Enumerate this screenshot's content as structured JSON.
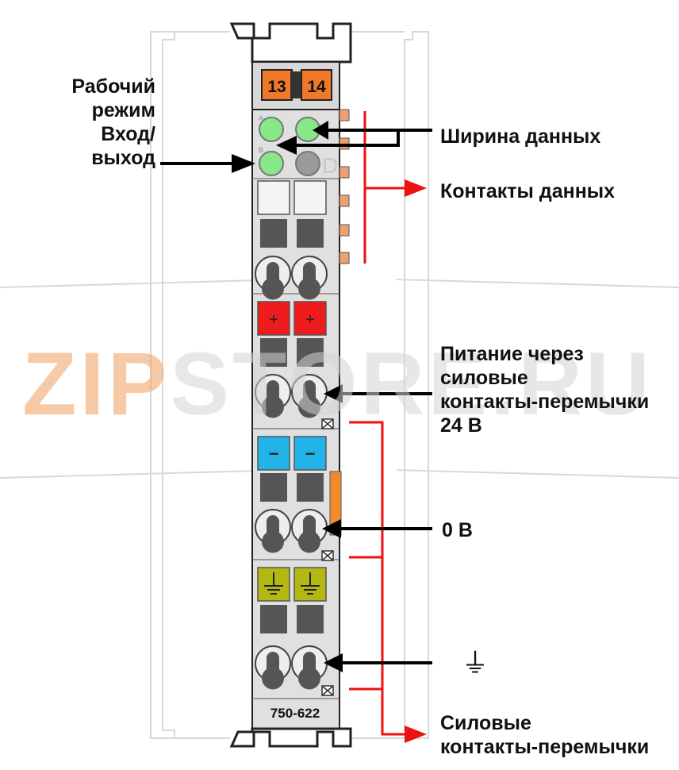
{
  "watermark": {
    "left": "ZIP",
    "right": "STORE.RU"
  },
  "module": {
    "top_tags": [
      "13",
      "14"
    ],
    "led_letters": [
      "A",
      "B"
    ],
    "led_d_letter": "D",
    "plus_symbol": "+",
    "minus_symbol": "−",
    "article_number": "750-622"
  },
  "labels": {
    "operating_mode": [
      "Рабочий",
      "режим",
      "Вход/",
      "выход"
    ],
    "data_width": "Ширина данных",
    "data_contacts": "Контакты данных",
    "power_supply": [
      "Питание через",
      "силовые",
      "контакты-перемычки",
      "24 В"
    ],
    "zero_volt": "0 В",
    "ground_symbol": "⏚",
    "power_jumpers": [
      "Силовые",
      "контакты-перемычки"
    ]
  },
  "colors": {
    "module_body": "#e0e0e0",
    "outline": "#222222",
    "orange_tag": "#f07828",
    "led_green": "#88e888",
    "led_gray": "#9a9a9a",
    "red_block": "#ee1c1c",
    "blue_block": "#22b4e8",
    "ground_block": "#b4b814",
    "red_line": "#ee1111",
    "dark_square": "#555555"
  }
}
